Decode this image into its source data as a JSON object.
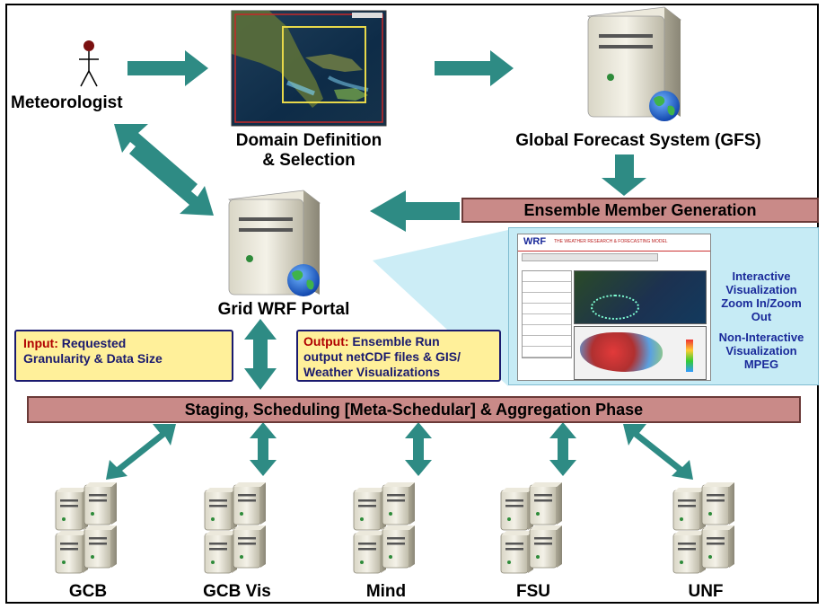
{
  "actors": {
    "meteorologist": "Meteorologist"
  },
  "labels": {
    "domain_line1": "Domain Definition",
    "domain_line2": "& Selection",
    "gfs": "Global Forecast System (GFS)",
    "portal": "Grid WRF Portal"
  },
  "bars": {
    "ensemble": "Ensemble Member Generation",
    "staging": "Staging, Scheduling [Meta-Schedular] & Aggregation Phase"
  },
  "notes": {
    "input_key": "Input:",
    "input_text_1": "Requested",
    "input_text_2": "Granularity & Data Size",
    "output_key": "Output:",
    "output_text_1": "Ensemble Run",
    "output_text_2": "output netCDF files & GIS/",
    "output_text_3": "Weather Visualizations"
  },
  "visualization": {
    "interactive": [
      "Interactive",
      "Visualization",
      "Zoom In/Zoom",
      "Out"
    ],
    "non_interactive": [
      "Non-Interactive",
      "Visualization",
      "MPEG"
    ],
    "screenshot_brand": "WRF",
    "screenshot_title": "THE WEATHER RESEARCH & FORECASTING MODEL"
  },
  "clusters": [
    "GCB",
    "GCB Vis",
    "Mind",
    "FSU",
    "UNF"
  ],
  "colors": {
    "arrow": "#2e8b84",
    "bar_fill": "#c98a88",
    "note_fill": "#fff09a",
    "viz_panel": "#c6ebf5"
  }
}
